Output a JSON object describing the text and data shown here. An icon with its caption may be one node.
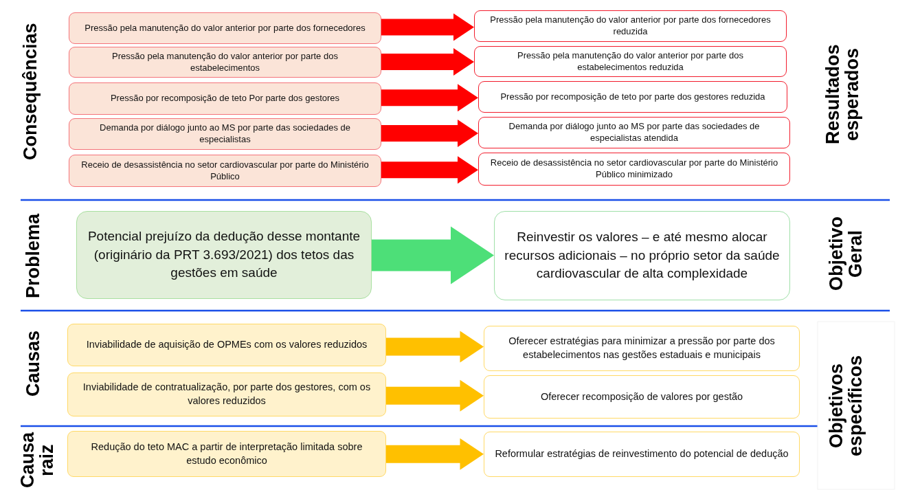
{
  "diagram": {
    "nodes": [
      {
        "text": [
          "Pressão pela manutenção do valor anterior por parte dos fornecedores"
        ]
      },
      {
        "text": [
          "Pressão pela manutenção do valor anterior por parte dos estabelecimentos"
        ]
      },
      {
        "text": [
          "Pressão por recomposição de teto Por parte dos gestores"
        ]
      },
      {
        "text": [
          "Demanda por diálogo junto ao MS por parte das sociedades de especialistas"
        ]
      },
      {
        "text": [
          "Receio de desassistência no setor cardiovascular por parte do Ministério Público"
        ]
      },
      {
        "text": [
          "Pressão pela manutenção do valor anterior por parte dos fornecedores reduzida"
        ]
      },
      {
        "text": [
          "Pressão pela manutenção do valor anterior por parte dos estabelecimentos reduzida"
        ]
      },
      {
        "text": [
          "Pressão por recomposição de teto por parte dos gestores reduzida"
        ]
      },
      {
        "text": [
          "Demanda por diálogo junto ao MS por parte das sociedades de especialistas atendida"
        ]
      },
      {
        "text": [
          "Receio de desassistência no setor cardiovascular por parte do Ministério Público minimizado"
        ]
      },
      {
        "text": [
          "Potencial prejuízo da dedução desse montante (originário da PRT 3.693/2021) dos tetos das gestões em saúde"
        ]
      },
      {
        "text": [
          "Reinvestir os valores  – e até mesmo alocar recursos adicionais – no próprio setor da saúde cardiovascular de alta complexidade"
        ]
      },
      {
        "text": [
          "Inviabilidade de aquisição de OPMEs com os valores reduzidos"
        ]
      },
      {
        "text": [
          "Inviabilidade de contratualização, por parte dos gestores, com os valores reduzidos"
        ]
      },
      {
        "text": [
          "Redução do teto MAC a partir de interpretação limitada sobre estudo econômico"
        ]
      },
      {
        "text": [
          "Oferecer estratégias para minimizar a pressão por parte dos estabelecimentos nas gestões estaduais e municipais"
        ]
      },
      {
        "text": [
          "Oferecer recomposição de valores por gestão"
        ]
      },
      {
        "text": [
          "Reformular estratégias de reinvestimento do potencial de dedução"
        ]
      }
    ],
    "edges": [
      {
        "from": 0,
        "to": 5,
        "arrow": "to"
      },
      {
        "from": 1,
        "to": 6,
        "arrow": "to"
      },
      {
        "from": 2,
        "to": 7,
        "arrow": "to"
      },
      {
        "from": 3,
        "to": 8,
        "arrow": "to"
      },
      {
        "from": 4,
        "to": 9,
        "arrow": "to"
      },
      {
        "from": 10,
        "to": 11,
        "arrow": "to",
        "style": "thick",
        "color": "#4ddf78"
      },
      {
        "from": 12,
        "to": 15,
        "arrow": "to",
        "color": "#ffc000"
      },
      {
        "from": 13,
        "to": 16,
        "arrow": "to",
        "color": "#ffc000"
      },
      {
        "from": 14,
        "to": 17,
        "arrow": "to",
        "color": "#ffc000"
      }
    ],
    "labels": [
      "Consequências",
      "Resultados esperados",
      "Problema",
      "Objetivo Geral",
      "Causas",
      "Objetivos específicos",
      "Causa raiz"
    ]
  }
}
